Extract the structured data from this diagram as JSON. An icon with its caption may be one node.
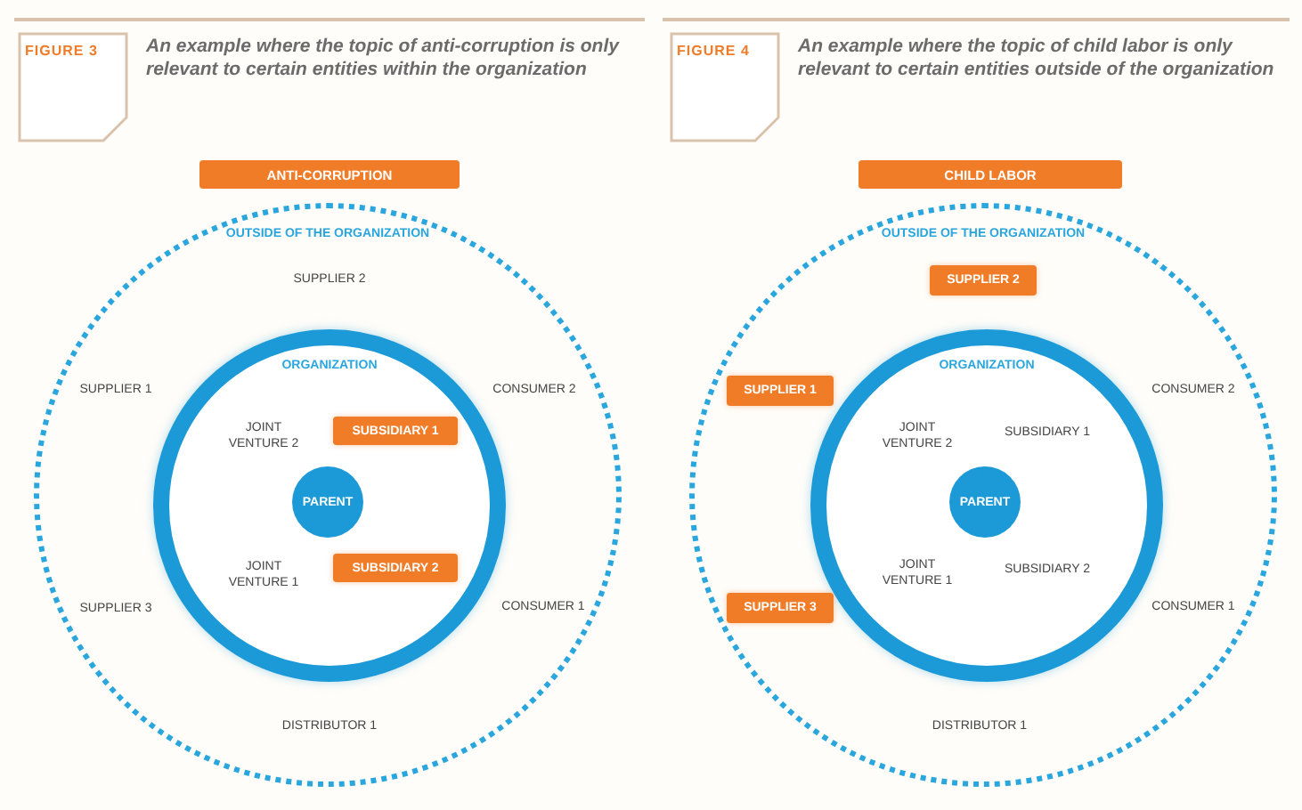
{
  "diagram": {
    "nodes": [
      {
        "text": [
          "FIGURE 3",
          "An example where the topic of anti-corruption is only relevant to certain entities within the organization"
        ]
      },
      {
        "text": [
          "ANTI-CORRUPTION"
        ]
      },
      {
        "text": [
          "OUTSIDE OF THE ORGANIZATION"
        ]
      },
      {
        "text": [
          "ORGANIZATION"
        ],
        "in": 2
      },
      {
        "text": [
          "SUBSIDIARY 1"
        ],
        "in": 3
      },
      {
        "text": [
          "PARENT"
        ],
        "in": 3
      },
      {
        "text": [
          "SUBSIDIARY 2"
        ],
        "in": 3
      },
      {
        "text": [
          "FIGURE 4",
          "An example where the topic of child labor is only relevant to certain entities outside of the organization"
        ]
      },
      {
        "text": [
          "CHILD LABOR"
        ]
      },
      {
        "text": [
          "OUTSIDE OF THE ORGANIZATION"
        ]
      },
      {
        "text": [
          "SUPPLIER 2"
        ],
        "in": 9
      },
      {
        "text": [
          "SUPPLIER 1"
        ],
        "in": 9
      },
      {
        "text": [
          "ORGANIZATION"
        ],
        "in": 9
      },
      {
        "text": [
          "PARENT"
        ],
        "in": 12
      },
      {
        "text": [
          "SUPPLIER 3"
        ],
        "in": 9
      }
    ],
    "labels": [
      "SUPPLIER 2",
      "SUPPLIER 1",
      "CONSUMER 2",
      "JOINT VENTURE 2",
      "JOINT VENTURE 1",
      "SUPPLIER 3",
      "CONSUMER 1",
      "DISTRIBUTOR 1",
      "CONSUMER 2",
      "JOINT VENTURE 2",
      "SUBSIDIARY 1",
      "JOINT VENTURE 1",
      "SUBSIDIARY 2",
      "CONSUMER 1",
      "DISTRIBUTOR 1"
    ]
  }
}
